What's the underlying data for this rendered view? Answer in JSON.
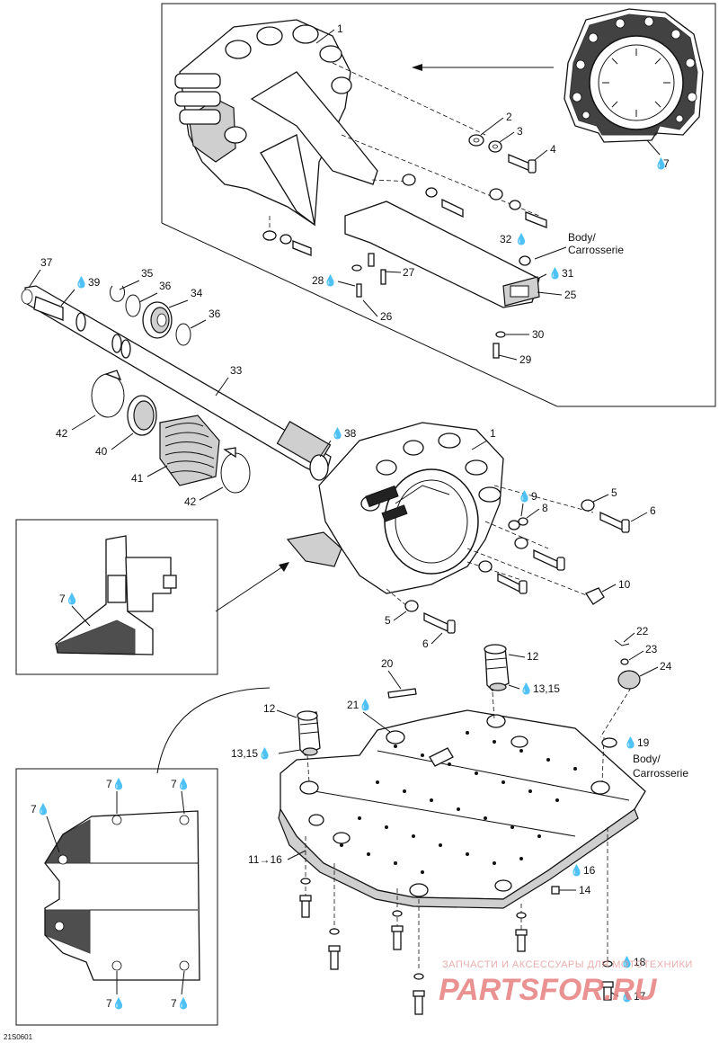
{
  "labels": {
    "l1a": "1",
    "l2": "2",
    "l3": "3",
    "l4": "4",
    "l7a": "7",
    "l32": "32",
    "l_body_a1": "Body/",
    "l_body_a2": "Carrosserie",
    "l31": "31",
    "l25": "25",
    "l27": "27",
    "l28": "28",
    "l26": "26",
    "l30": "30",
    "l29": "29",
    "l37": "37",
    "l39": "39",
    "l35": "35",
    "l36a": "36",
    "l34": "34",
    "l36b": "36",
    "l33": "33",
    "l42a": "42",
    "l40": "40",
    "l41": "41",
    "l42b": "42",
    "l38": "38",
    "l1b": "1",
    "l9": "9",
    "l8": "8",
    "l5a": "5",
    "l6a": "6",
    "l10": "10",
    "l5b": "5",
    "l6b": "6",
    "l7b": "7",
    "l20": "20",
    "l12a": "12",
    "l1315a": "13,15",
    "l22": "22",
    "l23": "23",
    "l24": "24",
    "l12b": "12",
    "l21": "21",
    "l1315b": "13,15",
    "l19": "19",
    "l_body_b1": "Body/",
    "l_body_b2": "Carrosserie",
    "l1116": "11→16",
    "l16": "16",
    "l14": "14",
    "l18": "18",
    "l17": "17",
    "l7c1": "7",
    "l7c2": "7",
    "l7c3": "7",
    "l7c4": "7",
    "l7c5": "7"
  },
  "diagram_code": "21S0601",
  "watermark": {
    "top_text": "ЗАПЧАСТИ И АКСЕССУАРЫ ДЛЯ МОТОТЕХНИКИ",
    "brand_text": "PARTSFOR.RU"
  }
}
